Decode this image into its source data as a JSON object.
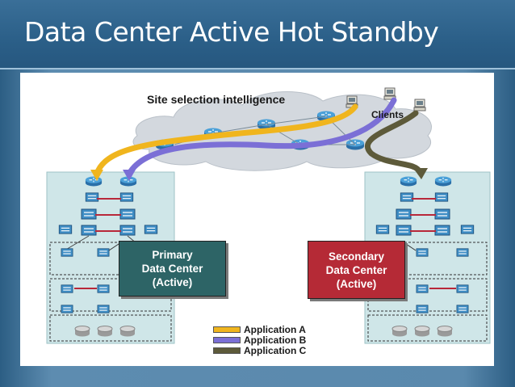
{
  "slide": {
    "title": "Data Center Active Hot Standby"
  },
  "diagram": {
    "cloud_label": "Site selection intelligence",
    "clients_label": "Clients",
    "primary": {
      "line1": "Primary",
      "line2": "Data Center",
      "line3": "(Active)",
      "color": "#2d6466"
    },
    "secondary": {
      "line1": "Secondary",
      "line2": "Data Center",
      "line3": "(Active)",
      "color": "#b52a36"
    },
    "legend": [
      {
        "label": "Application A",
        "color": "#f0b51e"
      },
      {
        "label": "Application B",
        "color": "#7b6fd6"
      },
      {
        "label": "Application C",
        "color": "#5d5a3a"
      }
    ]
  },
  "colors": {
    "title_bar": "#2b5f88",
    "background": "#1f5a84",
    "site_box": "#cfe6e8",
    "router": "#3d8fc7"
  }
}
